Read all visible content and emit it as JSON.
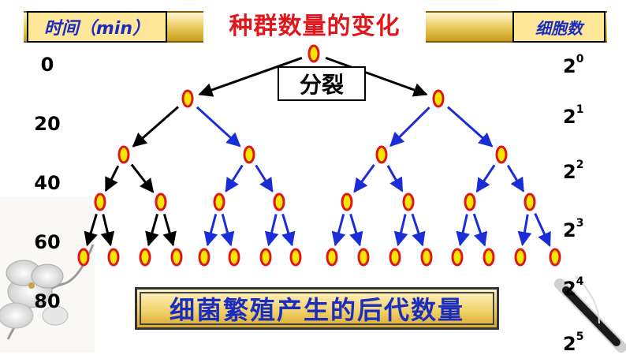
{
  "header": {
    "time_label": "时间（min）",
    "title": "种群数量的变化",
    "count_label": "细胞数"
  },
  "split_label": "分裂",
  "caption": "细菌繁殖产生的后代数量",
  "time_rows": [
    "0",
    "20",
    "40",
    "60",
    "80"
  ],
  "count_rows": [
    {
      "base": "2",
      "exp": "0"
    },
    {
      "base": "2",
      "exp": "1"
    },
    {
      "base": "2",
      "exp": "2"
    },
    {
      "base": "2",
      "exp": "3"
    },
    {
      "base": "2",
      "exp": "4"
    },
    {
      "base": "2",
      "exp": "5"
    }
  ],
  "colors": {
    "cell_fill": "#f5e600",
    "cell_stroke": "#e0161c",
    "arrow_black": "#000000",
    "arrow_blue": "#1a2dd6",
    "title_red": "#e0161c",
    "text_blue": "#1a2dbf"
  }
}
